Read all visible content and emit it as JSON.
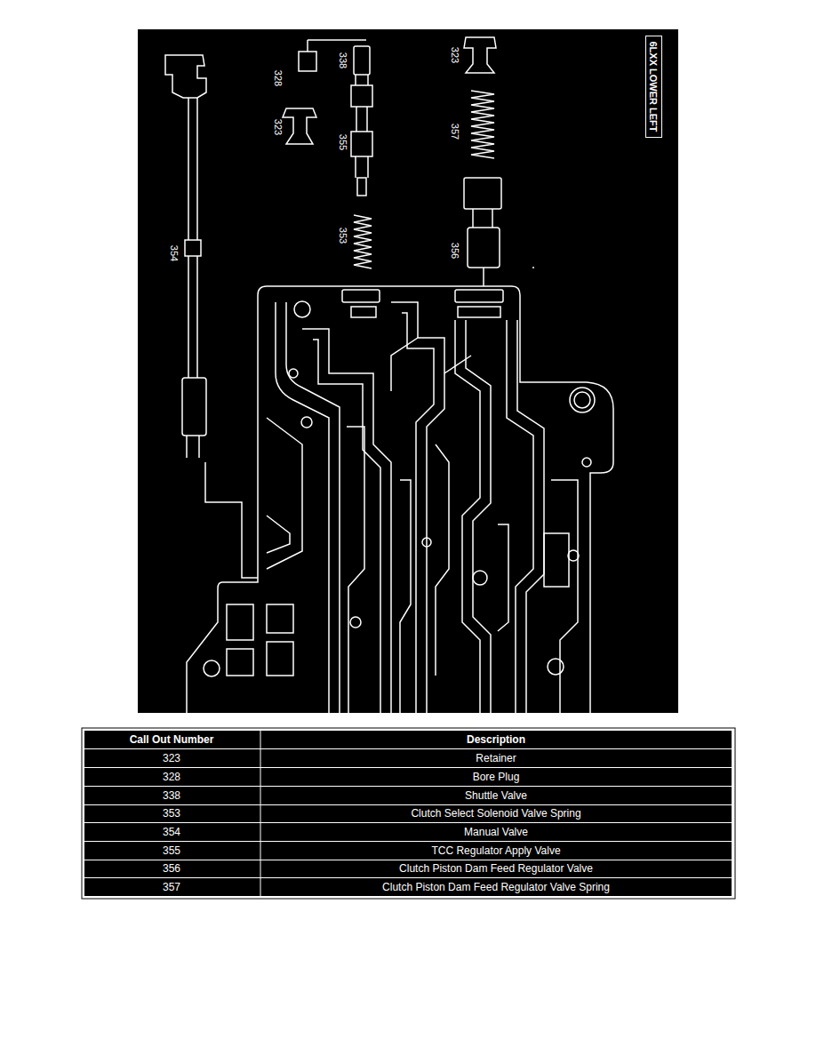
{
  "diagram": {
    "nodes": [
      {
        "text": [
          "6LXX LOWER LEFT"
        ]
      }
    ],
    "labels": [
      "338",
      "328",
      "323",
      "355",
      "353",
      "354",
      "323",
      "357",
      "356",
      "Call Out Number",
      "Description",
      "323",
      "Retainer",
      "328",
      "Bore Plug",
      "338",
      "Shuttle Valve",
      "353",
      "Clutch Select Solenoid Valve Spring",
      "354",
      "Manual Valve",
      "355",
      "TCC Regulator Apply Valve",
      "356",
      "Clutch Piston Dam Feed Regulator Valve",
      "357",
      "Clutch Piston Dam Feed Regulator Valve Spring"
    ]
  }
}
